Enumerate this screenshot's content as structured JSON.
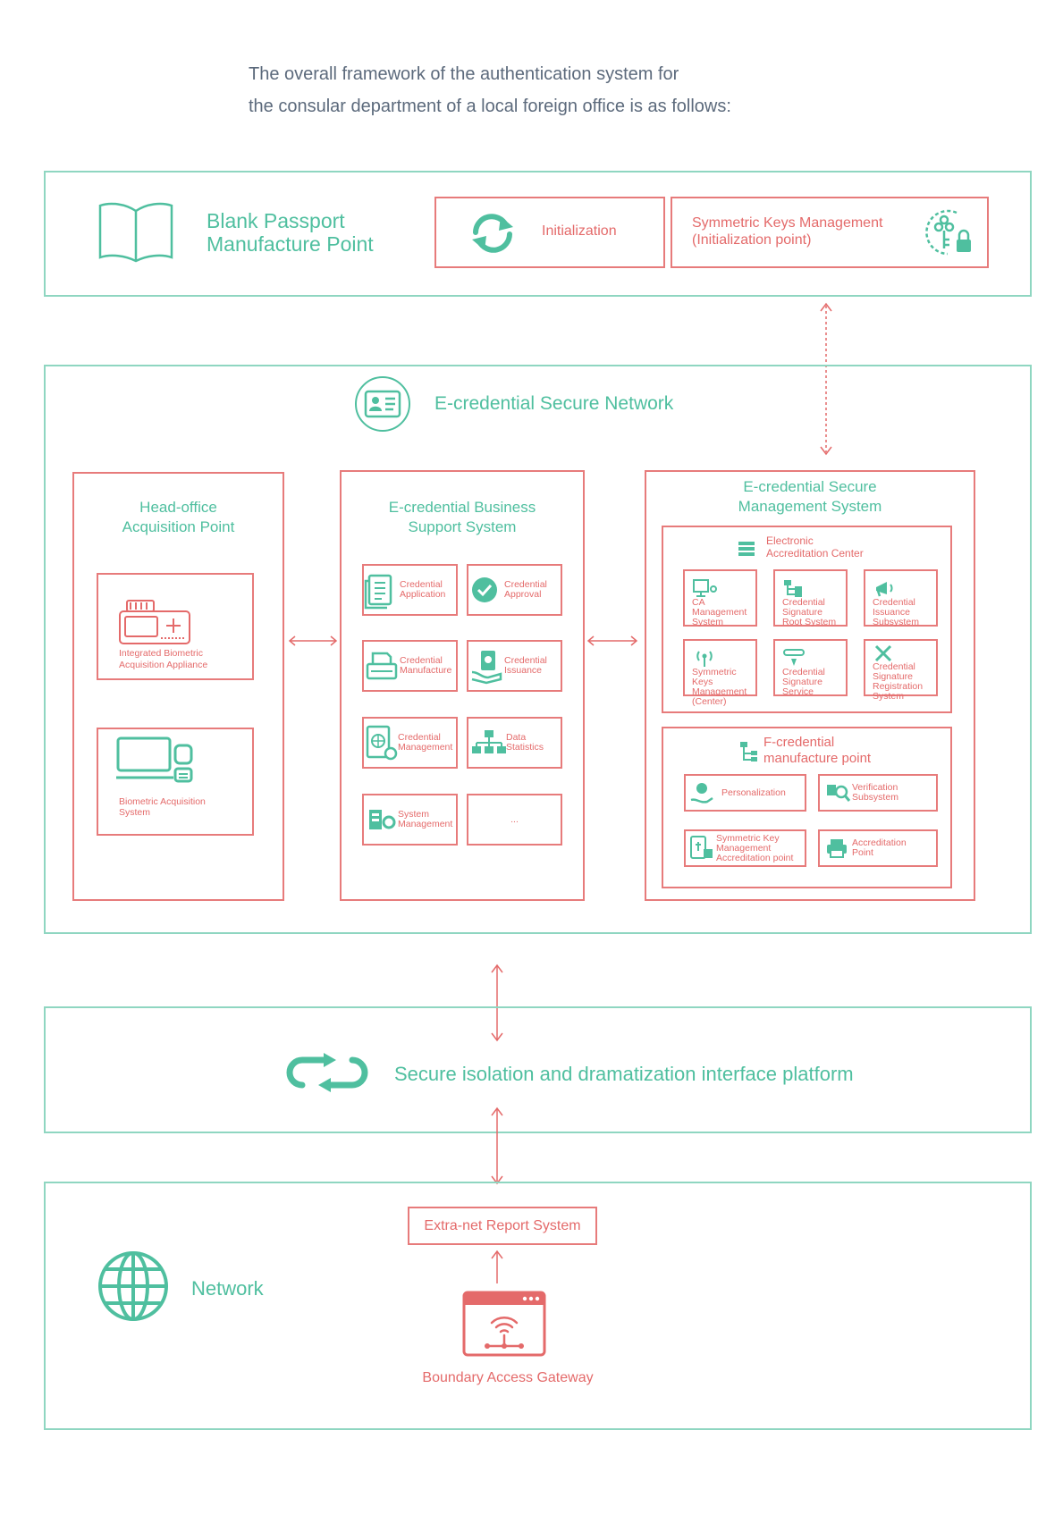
{
  "intro": {
    "line1": "The overall framework of the authentication system for",
    "line2": "the consular department of a local foreign office is as follows:"
  },
  "passport": {
    "title1": "Blank Passport",
    "title2": "Manufacture Point",
    "initialization": "Initialization",
    "keys1": "Symmetric Keys Management",
    "keys2": "(Initialization point)"
  },
  "network_main": {
    "title": "E-credential Secure Network",
    "head_office": {
      "title1": "Head-office",
      "title2": "Acquisition Point",
      "appliance1": "Integrated Biometric",
      "appliance2": "Acquisition Appliance",
      "system1": "Biometric Acquisition",
      "system2": "System"
    },
    "business": {
      "title1": "E-credential Business",
      "title2": "Support System",
      "items": [
        {
          "l1": "Credential",
          "l2": "Application"
        },
        {
          "l1": "Credential",
          "l2": "Approval"
        },
        {
          "l1": "Credential",
          "l2": "Manufacture"
        },
        {
          "l1": "Credential",
          "l2": "Issuance"
        },
        {
          "l1": "Credential",
          "l2": "Management"
        },
        {
          "l1": "Data",
          "l2": "Statistics"
        },
        {
          "l1": "System",
          "l2": "Management"
        },
        {
          "l1": "...",
          "l2": ""
        }
      ]
    },
    "management": {
      "title1": "E-credential Secure",
      "title2": "Management System",
      "center1": "Electronic",
      "center2": "Accreditation Center",
      "center_items": [
        {
          "l1": "CA",
          "l2": "Management",
          "l3": "System"
        },
        {
          "l1": "Credential",
          "l2": "Signature",
          "l3": "Root System"
        },
        {
          "l1": "Credential",
          "l2": "Issuance",
          "l3": "Subsystem"
        },
        {
          "l1": "Symmetric Keys",
          "l2": "Management",
          "l3": "(Center)"
        },
        {
          "l1": "Credential",
          "l2": "Signature",
          "l3": "Service"
        },
        {
          "l1": "Credential",
          "l2": "Signature",
          "l3": "Registration",
          "l4": "System"
        }
      ],
      "manufacture1": "F-credential",
      "manufacture2": "manufacture point",
      "manufacture_items": [
        {
          "l1": "Personalization",
          "l2": "",
          "l3": ""
        },
        {
          "l1": "Verification",
          "l2": "Subsystem",
          "l3": ""
        },
        {
          "l1": "Symmetric Key",
          "l2": "Management",
          "l3": "Accreditation point"
        },
        {
          "l1": "Accreditation",
          "l2": "Point",
          "l3": ""
        }
      ]
    }
  },
  "isolation": {
    "title": "Secure isolation and dramatization interface platform"
  },
  "network": {
    "title": "Network",
    "report": "Extra-net Report System",
    "gateway": "Boundary Access Gateway"
  },
  "colors": {
    "teal": "#4fbf9f",
    "red": "#e46a6a",
    "teal_border": "#8fd6c1"
  }
}
